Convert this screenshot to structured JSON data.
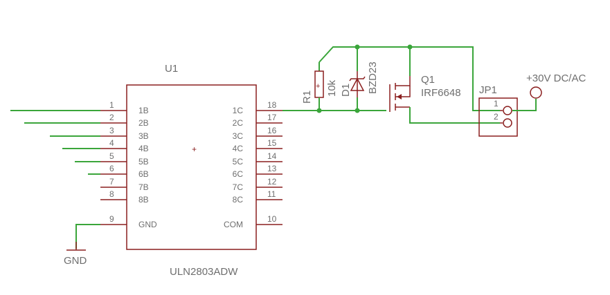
{
  "u1": {
    "ref": "U1",
    "value": "ULN2803ADW",
    "left_pins": [
      {
        "num": "1",
        "name": "1B"
      },
      {
        "num": "2",
        "name": "2B"
      },
      {
        "num": "3",
        "name": "3B"
      },
      {
        "num": "4",
        "name": "4B"
      },
      {
        "num": "5",
        "name": "5B"
      },
      {
        "num": "6",
        "name": "6B"
      },
      {
        "num": "7",
        "name": "7B"
      },
      {
        "num": "8",
        "name": "8B"
      },
      {
        "num": "9",
        "name": "GND"
      }
    ],
    "right_pins": [
      {
        "num": "18",
        "name": "1C"
      },
      {
        "num": "17",
        "name": "2C"
      },
      {
        "num": "16",
        "name": "3C"
      },
      {
        "num": "15",
        "name": "4C"
      },
      {
        "num": "14",
        "name": "5C"
      },
      {
        "num": "13",
        "name": "6C"
      },
      {
        "num": "12",
        "name": "7C"
      },
      {
        "num": "11",
        "name": "8C"
      },
      {
        "num": "10",
        "name": "COM"
      }
    ]
  },
  "gnd": {
    "label": "GND"
  },
  "r1": {
    "ref": "R1",
    "value": "10k"
  },
  "d1": {
    "ref": "D1",
    "value": "BZD23"
  },
  "q1": {
    "ref": "Q1",
    "value": "IRF6648"
  },
  "jp1": {
    "ref": "JP1",
    "pin1": "1",
    "pin2": "2"
  },
  "supply": {
    "label": "+30V DC/AC"
  },
  "colors": {
    "wire": "#3aa53a",
    "part": "#8a1e1e",
    "text": "#6e6e6e"
  }
}
